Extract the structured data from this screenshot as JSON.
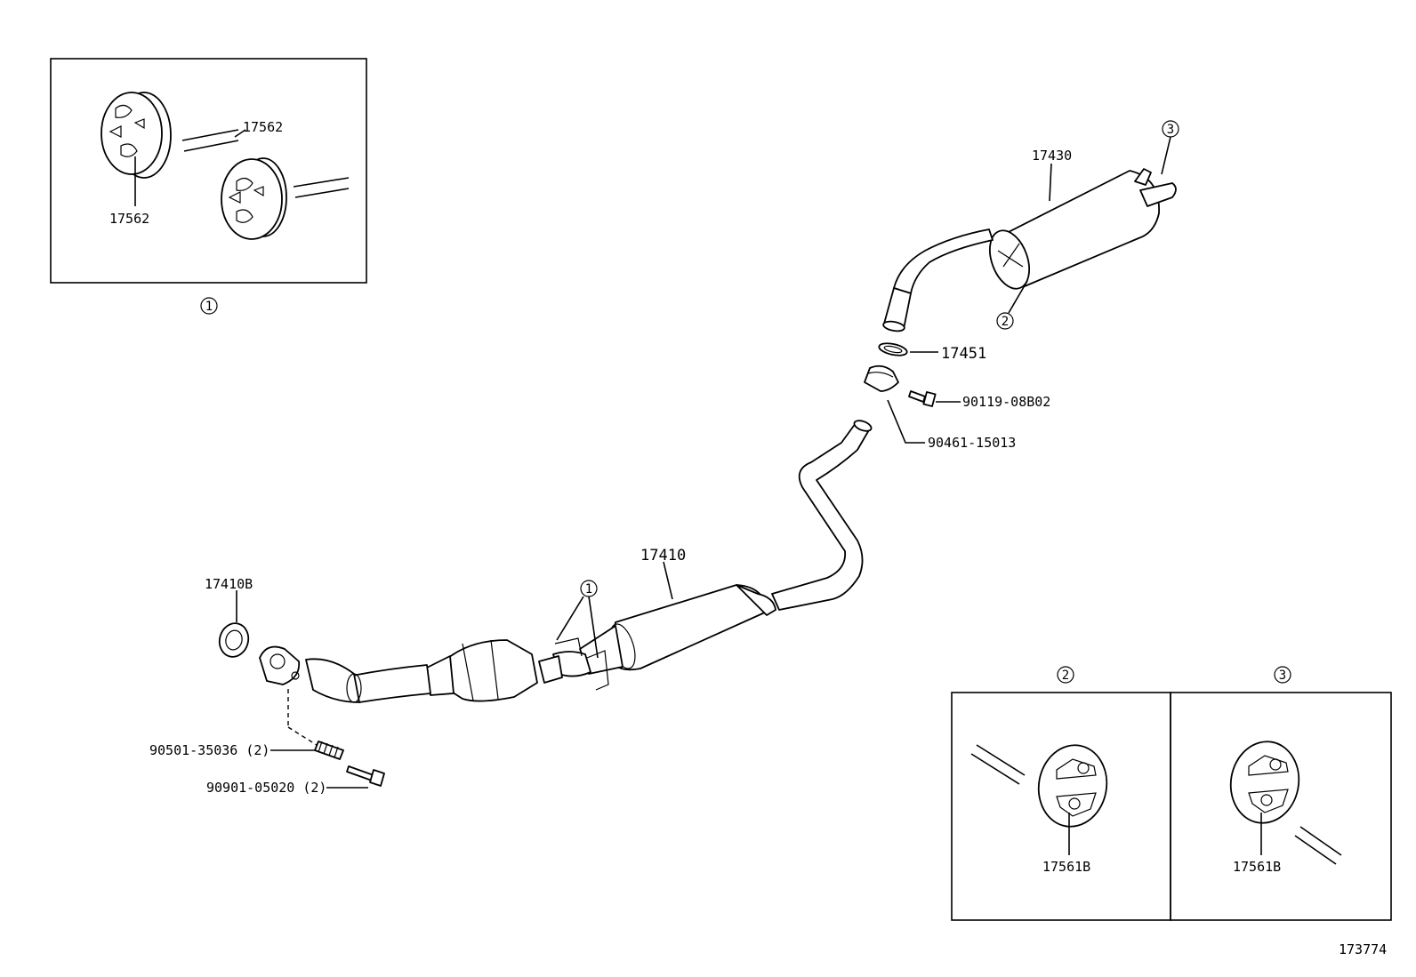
{
  "labels": {
    "hanger_top_upper": "17562",
    "hanger_top_lower": "17562",
    "tail_pipe": "17430",
    "gasket_ring": "17451",
    "bolt": "90119-08B02",
    "clamp": "90461-15013",
    "center_pipe": "17410",
    "front_gasket": "17410B",
    "spring": "90501-35036 (2)",
    "stud_bolt": "90901-05020 (2)",
    "hanger_2": "17561B",
    "hanger_3": "17561B",
    "figure_number": "173774"
  },
  "callouts": {
    "one": "1",
    "two": "2",
    "three": "3"
  }
}
